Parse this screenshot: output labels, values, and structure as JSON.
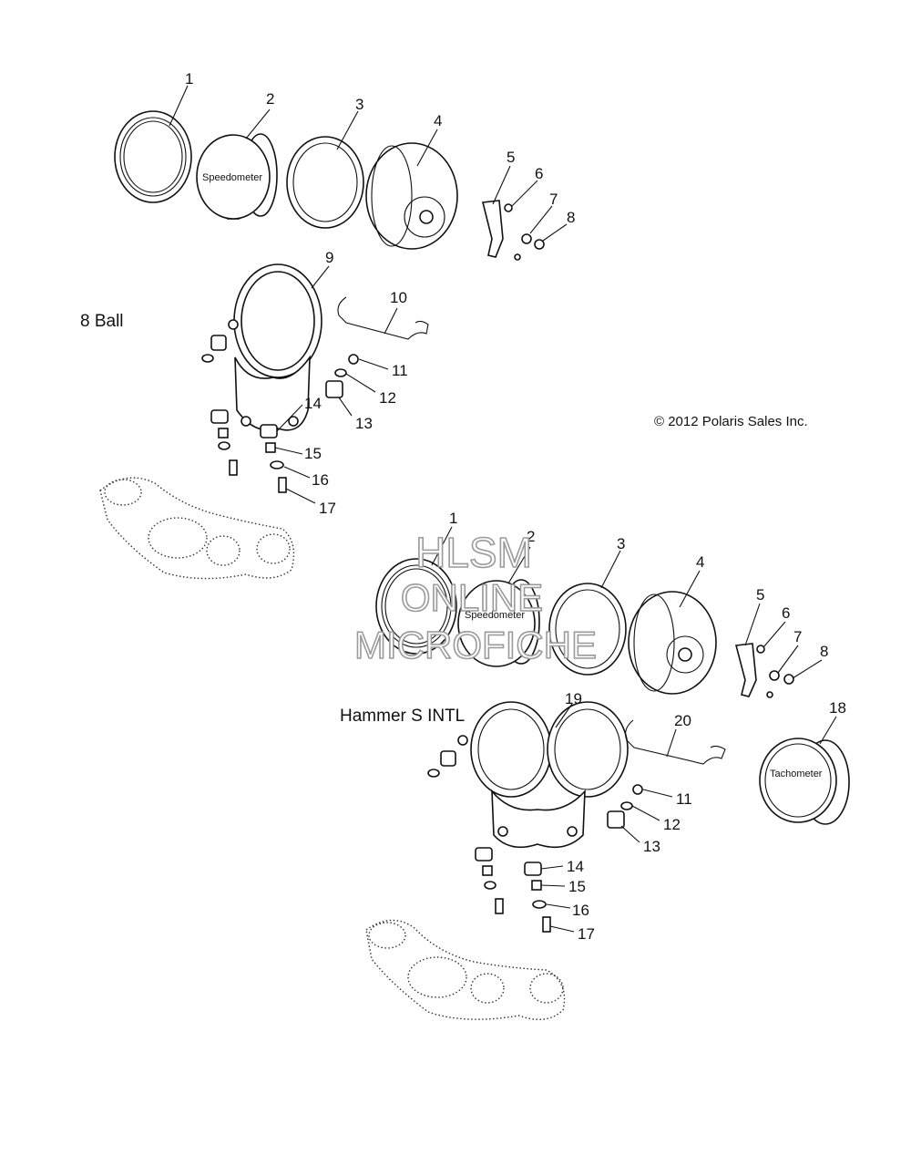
{
  "copyright": "© 2012 Polaris Sales Inc.",
  "sections": {
    "top": {
      "label": "8 Ball",
      "gauge_label": "Speedometer",
      "callouts": [
        "1",
        "2",
        "3",
        "4",
        "5",
        "6",
        "7",
        "8",
        "9",
        "10",
        "11",
        "12",
        "13",
        "14",
        "15",
        "16",
        "17"
      ]
    },
    "bottom": {
      "label": "Hammer S INTL",
      "gauge_label": "Speedometer",
      "tach_label": "Tachometer",
      "callouts": [
        "1",
        "2",
        "3",
        "4",
        "5",
        "6",
        "7",
        "8",
        "19",
        "20",
        "18",
        "11",
        "12",
        "13",
        "14",
        "15",
        "16",
        "17"
      ]
    }
  },
  "watermark": {
    "line1": "HLSM",
    "line2": "ONLINE",
    "line3": "MICROFICHE"
  }
}
